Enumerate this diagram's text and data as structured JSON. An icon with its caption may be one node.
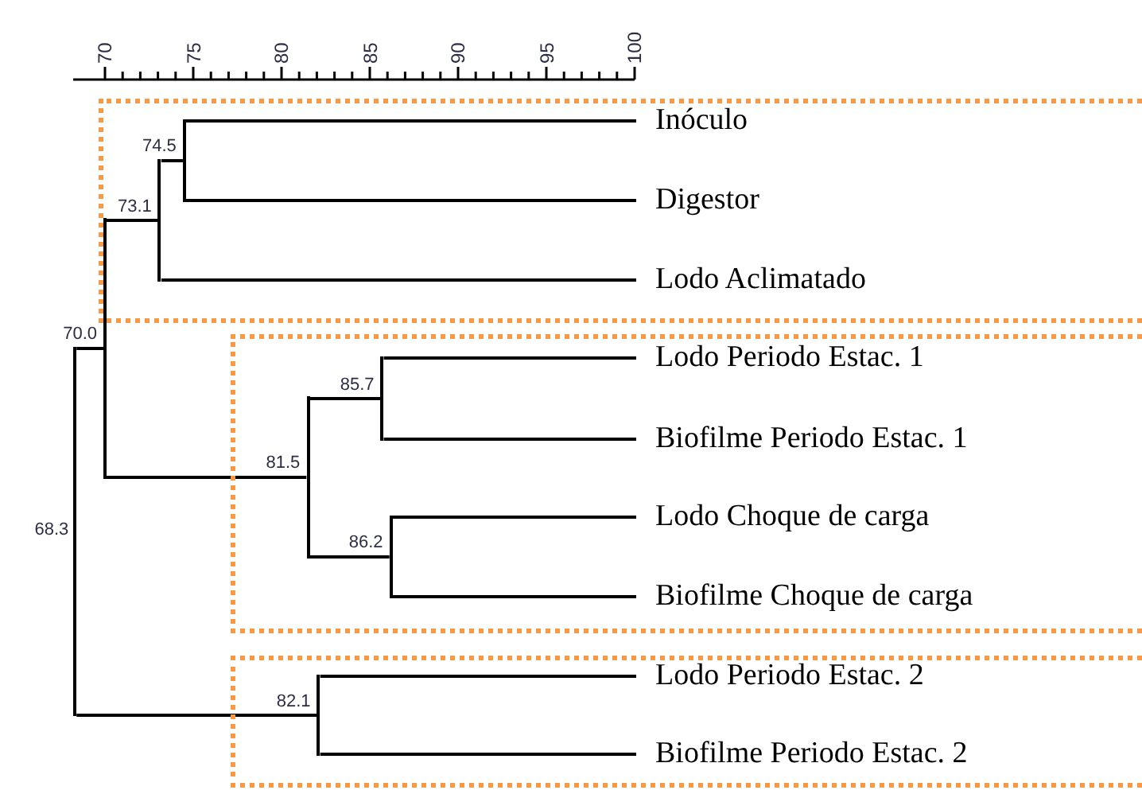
{
  "diagram": {
    "nodes": [
      {
        "text": [],
        "shape": "box"
      },
      {
        "text": [],
        "shape": "bar",
        "beside": [
          "74.5"
        ],
        "in": 0
      },
      {
        "text": [
          "Inóculo"
        ],
        "in": 0
      },
      {
        "text": [
          "Digestor"
        ],
        "in": 0
      },
      {
        "text": [],
        "shape": "bar",
        "beside": [
          "73.1"
        ],
        "in": 0
      },
      {
        "text": [
          "Lodo Aclimatado"
        ],
        "in": 0
      },
      {
        "text": [],
        "shape": "bar",
        "beside": [
          "70.0"
        ]
      },
      {
        "text": [],
        "shape": "bar",
        "beside": [
          "68.3"
        ]
      },
      {
        "text": [],
        "shape": "box"
      },
      {
        "text": [],
        "shape": "bar",
        "beside": [
          "85.7"
        ],
        "in": 8
      },
      {
        "text": [
          "Lodo Periodo Estac. 1"
        ],
        "in": 8
      },
      {
        "text": [
          "Biofilme Periodo Estac. 1"
        ],
        "in": 8
      },
      {
        "text": [],
        "shape": "bar",
        "beside": [
          "81.5"
        ],
        "in": 8
      },
      {
        "text": [],
        "shape": "bar",
        "beside": [
          "86.2"
        ],
        "in": 8
      },
      {
        "text": [
          "Lodo Choque de carga"
        ],
        "in": 8
      },
      {
        "text": [
          "Biofilme Choque de carga"
        ],
        "in": 8
      },
      {
        "text": [],
        "shape": "box"
      },
      {
        "text": [],
        "shape": "bar",
        "beside": [
          "82.1"
        ],
        "in": 16
      },
      {
        "text": [
          "Lodo Periodo Estac. 2"
        ],
        "in": 16
      },
      {
        "text": [
          "Biofilme Periodo Estac. 2"
        ],
        "in": 16
      }
    ],
    "edges": [
      {
        "from": 1,
        "to": 2,
        "arrow": "none"
      },
      {
        "from": 1,
        "to": 3,
        "arrow": "none"
      },
      {
        "from": 4,
        "to": 1,
        "arrow": "none"
      },
      {
        "from": 4,
        "to": 5,
        "arrow": "none"
      },
      {
        "from": 6,
        "to": 4,
        "arrow": "none"
      },
      {
        "from": 6,
        "to": 12,
        "arrow": "none"
      },
      {
        "from": 12,
        "to": 9,
        "arrow": "none"
      },
      {
        "from": 9,
        "to": 10,
        "arrow": "none"
      },
      {
        "from": 9,
        "to": 11,
        "arrow": "none"
      },
      {
        "from": 12,
        "to": 13,
        "arrow": "none"
      },
      {
        "from": 13,
        "to": 14,
        "arrow": "none"
      },
      {
        "from": 13,
        "to": 15,
        "arrow": "none"
      },
      {
        "from": 7,
        "to": 6,
        "arrow": "none"
      },
      {
        "from": 7,
        "to": 17,
        "arrow": "none"
      },
      {
        "from": 17,
        "to": 18,
        "arrow": "none"
      },
      {
        "from": 17,
        "to": 19,
        "arrow": "none"
      }
    ],
    "labels": [
      "70",
      "75",
      "80",
      "85",
      "90",
      "95",
      "100"
    ]
  }
}
